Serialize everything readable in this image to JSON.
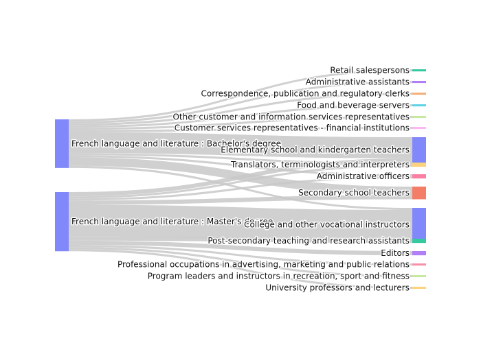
{
  "chart_data": {
    "type": "sankey",
    "link_color": "#c8c8c8",
    "sources": [
      {
        "name": "French language and literature : Bachelor's degree",
        "color": "#8188f9"
      },
      {
        "name": "French language and literature : Master's degree",
        "color": "#8188f9"
      }
    ],
    "targets": [
      {
        "name": "Retail salespersons",
        "color": "#35c9a0"
      },
      {
        "name": "Administrative assistants",
        "color": "#b07ef5"
      },
      {
        "name": "Correspondence, publication and regulatory clerks",
        "color": "#f5b07a"
      },
      {
        "name": "Food and beverage servers",
        "color": "#5fd2e6"
      },
      {
        "name": "Other customer and information services representatives",
        "color": "#c7e8a0"
      },
      {
        "name": "Customer services representatives - financial institutions",
        "color": "#fbb6f5"
      },
      {
        "name": "Elementary school and kindergarten teachers",
        "color": "#8188f9"
      },
      {
        "name": "Translators, terminologists and interpreters",
        "color": "#fcd27a"
      },
      {
        "name": "Administrative officers",
        "color": "#fb7fa3"
      },
      {
        "name": "Secondary school teachers",
        "color": "#f47d68"
      },
      {
        "name": "College and other vocational instructors",
        "color": "#8188f9"
      },
      {
        "name": "Post-secondary teaching and research assistants",
        "color": "#35c9a0"
      },
      {
        "name": "Editors",
        "color": "#b07ef5"
      },
      {
        "name": "Professional occupations in advertising, marketing and public relations",
        "color": "#f78fa8"
      },
      {
        "name": "Program leaders and instructors in recreation, sport and fitness",
        "color": "#c7e8a0"
      },
      {
        "name": "University professors and lecturers",
        "color": "#fcd27a"
      }
    ],
    "links": [
      {
        "source": 0,
        "target": 0,
        "value": 1
      },
      {
        "source": 0,
        "target": 1,
        "value": 1
      },
      {
        "source": 0,
        "target": 2,
        "value": 1
      },
      {
        "source": 0,
        "target": 3,
        "value": 1
      },
      {
        "source": 0,
        "target": 4,
        "value": 1
      },
      {
        "source": 0,
        "target": 5,
        "value": 1
      },
      {
        "source": 0,
        "target": 6,
        "value": 10
      },
      {
        "source": 0,
        "target": 7,
        "value": 1
      },
      {
        "source": 0,
        "target": 8,
        "value": 1
      },
      {
        "source": 0,
        "target": 9,
        "value": 4
      },
      {
        "source": 0,
        "target": 10,
        "value": 1
      },
      {
        "source": 1,
        "target": 6,
        "value": 2
      },
      {
        "source": 1,
        "target": 7,
        "value": 1
      },
      {
        "source": 1,
        "target": 8,
        "value": 1
      },
      {
        "source": 1,
        "target": 9,
        "value": 2
      },
      {
        "source": 1,
        "target": 10,
        "value": 15
      },
      {
        "source": 1,
        "target": 11,
        "value": 2
      },
      {
        "source": 1,
        "target": 12,
        "value": 2
      },
      {
        "source": 1,
        "target": 13,
        "value": 1
      },
      {
        "source": 1,
        "target": 14,
        "value": 1
      },
      {
        "source": 1,
        "target": 15,
        "value": 1
      }
    ]
  }
}
